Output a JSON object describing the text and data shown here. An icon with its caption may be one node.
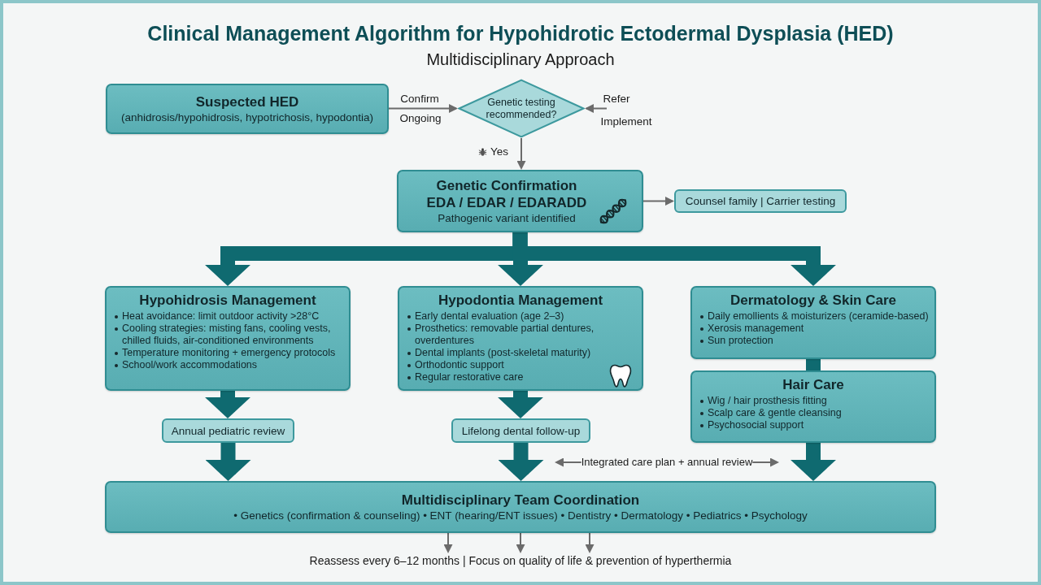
{
  "diagram": {
    "title": "Clinical Management Algorithm for Hypohidrotic Ectodermal Dysplasia (HED)",
    "nodes": [
      {
        "text": [
          "Suspected HED",
          "(anhidrosis/hypohidrosis, hypotrichosis, hypodontia)"
        ]
      },
      {
        "text": [
          "Genetic testing recommended?"
        ]
      },
      {
        "text": [
          "Genetic Confirmation",
          "EDA / EDAR / EDARADD",
          "Pathogenic variant identified"
        ]
      },
      {
        "text": [
          "Counsel family | Carrier testing"
        ]
      },
      {
        "text": [
          "Hypohidrosis Management",
          "Heat avoidance: limit outdoor activity >28°C",
          "Cooling strategies: misting fans, cooling vests, chilled fluids, air-conditioned environments",
          "Temperature monitoring + emergency protocols",
          "School/work accommodations"
        ]
      },
      {
        "text": [
          "Hypodontia Management",
          "Early dental evaluation (age 2–3)",
          "Prosthetics: removable partial dentures, overdentures",
          "Dental implants (post-skeletal maturity)",
          "Orthodontic support",
          "Regular restorative care"
        ]
      },
      {
        "text": [
          "Dermatology & Skin Care",
          "Daily emollients & moisturizers (ceramide-based)",
          "Xerosis management",
          "Sun protection"
        ]
      },
      {
        "text": [
          "Hair Care",
          "Wig / hair prosthesis fitting",
          "Scalp care & gentle cleansing",
          "Psychosocial support"
        ]
      },
      {
        "text": [
          "Annual pediatric review"
        ]
      },
      {
        "text": [
          "Lifelong dental follow-up"
        ]
      },
      {
        "text": [
          "Integrated care plan + annual review"
        ]
      },
      {
        "text": [
          "Multidisciplinary Team Coordination",
          "• Genetics (confirmation & counseling) • ENT (hearing/ENT issues) • Dentistry • Dermatology • Pediatrics • Psychology"
        ]
      },
      {
        "text": [
          "Reassess every 6–12 months | Focus on quality of life & prevention of hyperthermia"
        ]
      }
    ],
    "edges": [
      {
        "from": 0,
        "to": 1,
        "arrow": "to",
        "label": "Confirm",
        "color": "#6b6b6b"
      },
      {
        "from": null,
        "to": 1,
        "arrow": "to",
        "label": "Refer",
        "color": "#6b6b6b"
      },
      {
        "from": 1,
        "to": 2,
        "arrow": "to",
        "label": "Yes",
        "color": "#6b6b6b"
      },
      {
        "from": 2,
        "to": 3,
        "arrow": "to",
        "color": "#6b6b6b"
      },
      {
        "from": 2,
        "to": 4,
        "arrow": "to",
        "style": "thick",
        "color": "#0f6a70"
      },
      {
        "from": 2,
        "to": 5,
        "arrow": "to",
        "style": "thick",
        "color": "#0f6a70"
      },
      {
        "from": 2,
        "to": 6,
        "arrow": "to",
        "style": "thick",
        "color": "#0f6a70"
      },
      {
        "from": 4,
        "to": 8,
        "arrow": "to",
        "style": "thick",
        "color": "#0f6a70"
      },
      {
        "from": 5,
        "to": 9,
        "arrow": "to",
        "style": "thick",
        "color": "#0f6a70"
      },
      {
        "from": 6,
        "to": 7,
        "arrow": "none",
        "style": "thick",
        "color": "#0f6a70"
      },
      {
        "from": 8,
        "to": 11,
        "arrow": "to",
        "style": "thick",
        "color": "#0f6a70"
      },
      {
        "from": 9,
        "to": 11,
        "arrow": "to",
        "style": "thick",
        "color": "#0f6a70"
      },
      {
        "from": 7,
        "to": 11,
        "arrow": "to",
        "style": "thick",
        "color": "#0f6a70"
      },
      {
        "from": 10,
        "to": null,
        "arrow": "to",
        "color": "#6b6b6b"
      },
      {
        "from": 10,
        "to": null,
        "arrow": "to",
        "color": "#6b6b6b"
      },
      {
        "from": 11,
        "to": 12,
        "arrow": "to",
        "color": "#6b6b6b"
      },
      {
        "from": 11,
        "to": 12,
        "arrow": "to",
        "color": "#6b6b6b"
      },
      {
        "from": 11,
        "to": 12,
        "arrow": "to",
        "color": "#6b6b6b"
      }
    ],
    "labels": [
      "Multidisciplinary Approach",
      "Ongoing",
      "Implement"
    ]
  }
}
